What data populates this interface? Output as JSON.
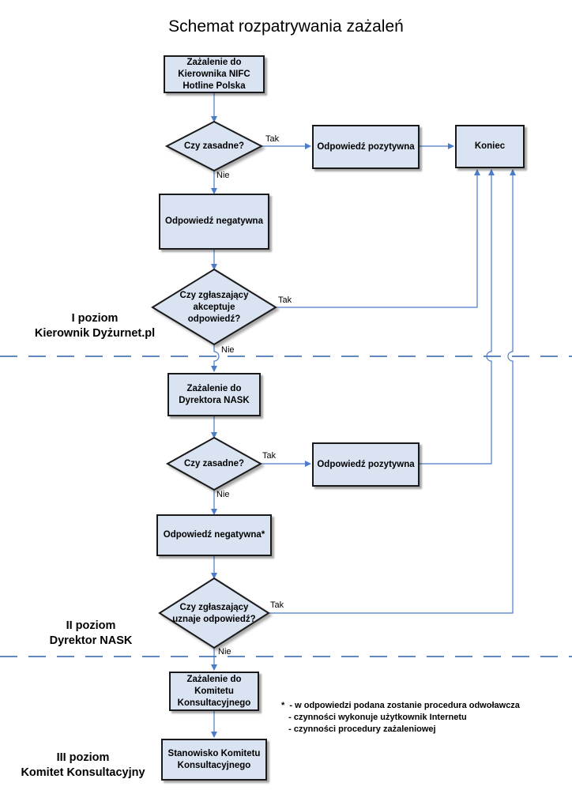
{
  "title": "Schemat rozpatrywania zażaleń",
  "nodes": {
    "n1": "Zażalenie do\nKierownika NIFC\nHotline Polska",
    "d1": "Czy zasadne?",
    "p1": "Odpowiedź pozytywna",
    "end": "Koniec",
    "neg1": "Odpowiedź negatywna",
    "d2": "Czy zgłaszający\nakceptuje\nodpowiedź?",
    "n2": "Zażalenie do\nDyrektora NASK",
    "d3": "Czy zasadne?",
    "p2": "Odpowiedź pozytywna",
    "neg2": "Odpowiedź negatywna*",
    "d4": "Czy zgłaszający\nuznaje odpowiedź?",
    "n3": "Zażalenie do\nKomitetu\nKonsultacyjnego",
    "n4": "Stanowisko Komitetu\nKonsultacyjnego"
  },
  "edge_labels": {
    "d1_yes": "Tak",
    "d1_no": "Nie",
    "d2_yes": "Tak",
    "d2_no": "Nie",
    "d3_yes": "Tak",
    "d3_no": "Nie",
    "d4_yes": "Tak",
    "d4_no": "Nie"
  },
  "levels": {
    "level1": "I poziom\nKierownik Dyżurnet.pl",
    "level2": "II poziom\nDyrektor NASK",
    "level3": "III poziom\nKomitet Konsultacyjny"
  },
  "footnote": {
    "line1": "*  - w odpowiedzi podana zostanie procedura odwoławcza",
    "line2": "   - czynności wykonuje użytkownik Internetu",
    "line3": "   - czynności procedury zażaleniowej"
  },
  "colors": {
    "box_fill": "#d9e3f1",
    "box_border": "#1a1a1a",
    "arrow": "#4a7cc7",
    "separator": "#2f5ea8"
  }
}
